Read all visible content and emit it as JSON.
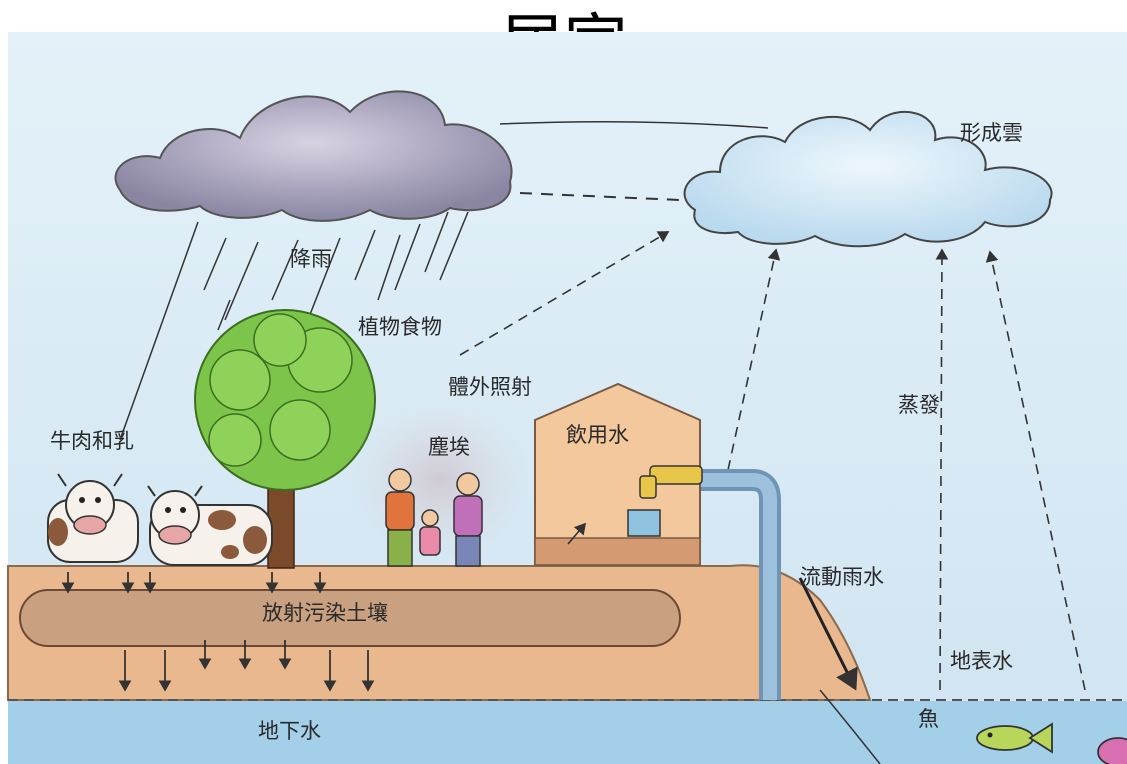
{
  "title": "居家",
  "labels": {
    "form_cloud": "形成雲",
    "rain": "降雨",
    "plant_food": "植物食物",
    "external_irradiation": "體外照射",
    "beef_milk": "牛肉和乳",
    "dust": "塵埃",
    "drinking_water": "飲用水",
    "evaporation": "蒸發",
    "runoff_rainwater": "流動雨水",
    "contaminated_soil": "放射污染土壤",
    "surface_water": "地表水",
    "groundwater": "地下水",
    "fish": "魚"
  },
  "colors": {
    "sky": "#dcecf6",
    "ground": "#e8b68c",
    "groundwater": "#9ccbe6",
    "rain_cloud": "#9f9bb4",
    "white_cloud": "#cfe6f5",
    "pipe": "#7fa6c8",
    "tree": "#7ec64a",
    "house": "#f3c79a"
  }
}
